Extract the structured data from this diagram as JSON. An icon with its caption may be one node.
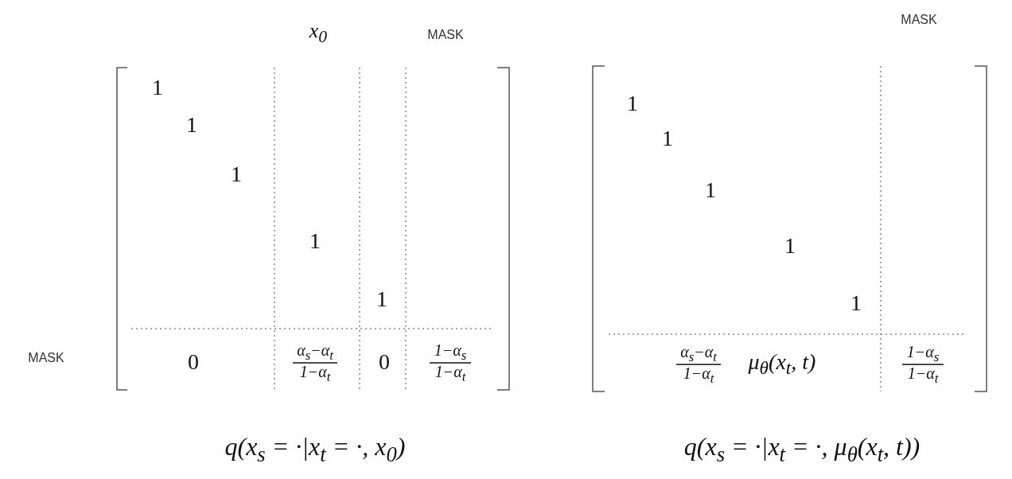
{
  "diagram": {
    "labels": [
      "x$_{0}$",
      "MASK",
      "MASK",
      "1",
      "1",
      "1",
      "1",
      "1",
      "MASK",
      "0",
      "α$_{s}$−α$_{t}$",
      "1−α$_{t}$",
      "0",
      "1−α$_{s}$",
      "1−α$_{t}$",
      "1",
      "1",
      "1",
      "1",
      "1",
      "α$_{s}$−α$_{t}$",
      "1−α$_{t}$",
      "μ$_{θ}$(x$_{t}$, t)",
      "1−α$_{s}$",
      "1−α$_{t}$",
      "q(x$_{s}$ = ·|x$_{t}$ = ·, x$_{0}$)",
      "q(x$_{s}$ = ·|x$_{t}$ = ·, μ$_{θ}$(x$_{t}$, t))"
    ]
  }
}
